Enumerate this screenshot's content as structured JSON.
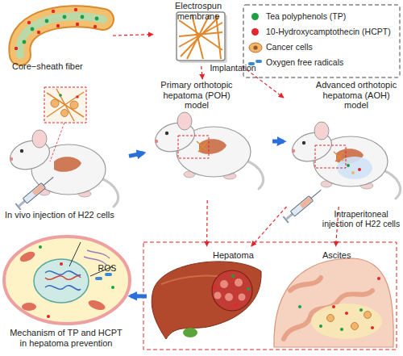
{
  "diagram": {
    "nodes": [
      {
        "text": [
          "Core−sheath fiber"
        ]
      },
      {
        "text": [
          "Electrospun membrane"
        ]
      },
      {
        "text": [
          "In vivo injection of H22 cells"
        ]
      },
      {
        "text": [
          "Primary orthotopic hepatoma (POH) model"
        ]
      },
      {
        "text": [
          "Advanced orthotopic hepatoma (AOH) model"
        ]
      },
      {
        "text": [
          "Hepatoma"
        ]
      },
      {
        "text": [
          "Ascites"
        ]
      },
      {
        "text": [
          "Mechanism of TP and HCPT in hepatoma prevention"
        ]
      }
    ],
    "edges": [
      {
        "from": 0,
        "to": 1,
        "arrow": "to"
      },
      {
        "from": 1,
        "to": 3,
        "label": "Implantation",
        "arrow": "to"
      },
      {
        "from": 1,
        "to": 4,
        "arrow": "to"
      },
      {
        "from": 2,
        "to": 3,
        "arrow": "to"
      },
      {
        "from": 3,
        "to": 4,
        "arrow": "to"
      },
      {
        "from": 3,
        "to": 5,
        "arrow": "to"
      },
      {
        "from": 4,
        "to": 5,
        "arrow": "to"
      },
      {
        "from": 4,
        "to": 6,
        "arrow": "to"
      },
      {
        "from": 5,
        "to": 7,
        "arrow": "to"
      }
    ],
    "labels": [
      "Intraperitoneal injection of H22 cells",
      "ROS"
    ],
    "legend": [
      {
        "text": "Tea polyphenols (TP)",
        "color": "#1e9e46"
      },
      {
        "text": "10-Hydroxycamptothecin (HCPT)",
        "color": "#e3262b"
      },
      {
        "text": "Cancer cells"
      },
      {
        "text": "Oxygen free radicals"
      }
    ]
  }
}
